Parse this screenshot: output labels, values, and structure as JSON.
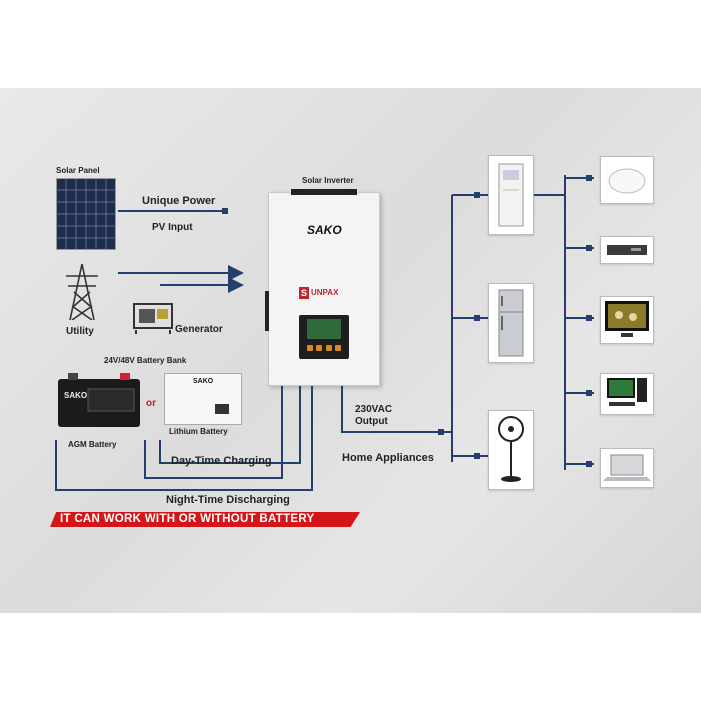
{
  "colors": {
    "wire": "#243f6b",
    "banner": "#d4161b",
    "inverter_body": "#f4f4f4",
    "screen": "#2f6b3a"
  },
  "labels": {
    "solar_panel": "Solar Panel",
    "unique_power": "Unique Power",
    "pv_input": "PV Input",
    "utility": "Utility",
    "generator": "Generator",
    "solar_inverter": "Solar Inverter",
    "battery_bank": "24V/48V Battery Bank",
    "or": "or",
    "lithium_battery": "Lithium Battery",
    "agm_battery": "AGM Battery",
    "day_time_charging": "Day-Time Charging",
    "night_time_discharging": "Night-Time Discharging",
    "output_line1": "230VAC",
    "output_line2": "Output",
    "home_appliances": "Home Appliances",
    "banner": "IT CAN WORK WITH OR WITHOUT BATTERY"
  },
  "brand": {
    "inverter_logo": "SAKO",
    "sunpax_logo": "UNPAX",
    "battery_logo": "SAKO",
    "lithium_logo": "SAKO"
  },
  "icons": {
    "appliances_left": [
      "air-conditioner-icon",
      "refrigerator-icon",
      "fan-icon"
    ],
    "appliances_right": [
      "ceiling-light-icon",
      "dvd-player-icon",
      "television-icon",
      "desktop-computer-icon",
      "laptop-icon"
    ]
  }
}
